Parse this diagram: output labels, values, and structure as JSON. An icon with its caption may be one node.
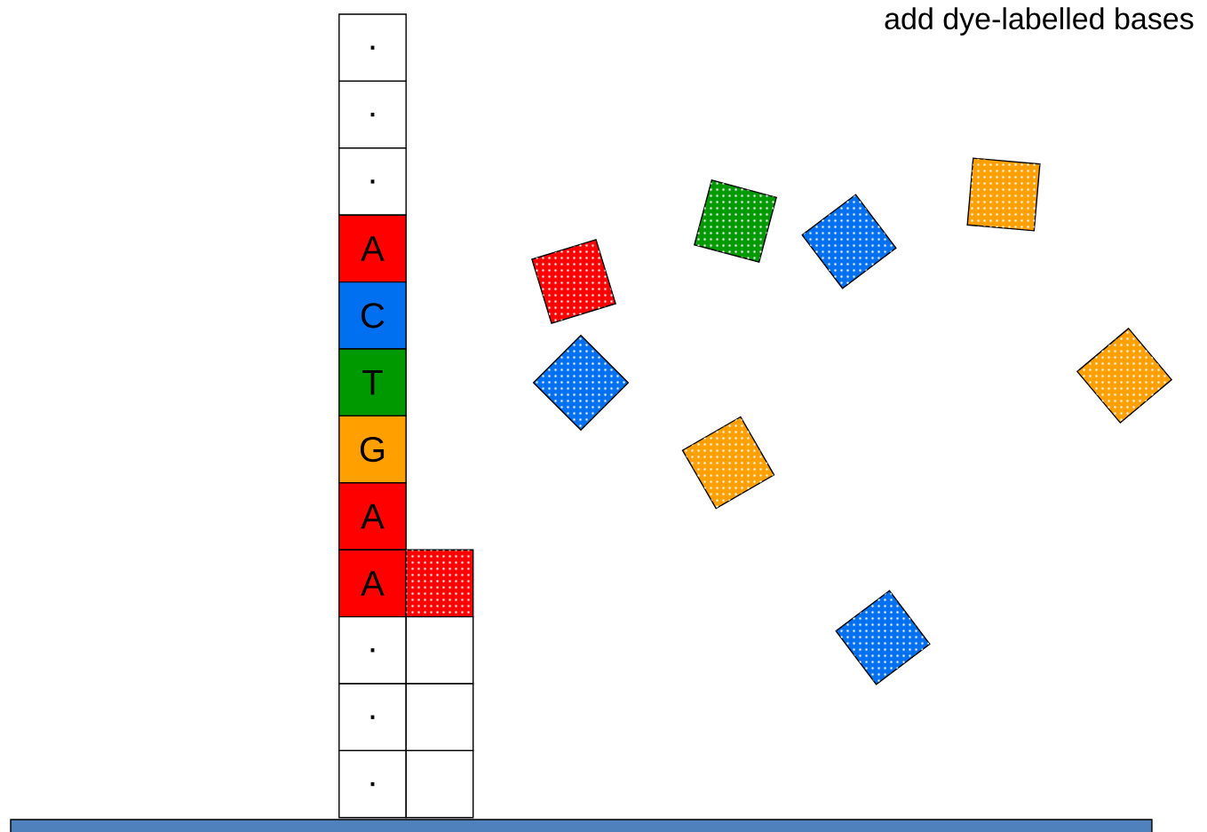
{
  "diagram": {
    "title": "add dye-labelled bases",
    "nodes": [
      {
        "text": [
          "."
        ]
      },
      {
        "text": [
          "."
        ]
      },
      {
        "text": [
          "."
        ]
      },
      {
        "text": [
          "A"
        ]
      },
      {
        "text": [
          "C"
        ]
      },
      {
        "text": [
          "T"
        ]
      },
      {
        "text": [
          "G"
        ]
      },
      {
        "text": [
          "A"
        ]
      },
      {
        "text": [
          "A"
        ]
      },
      {
        "text": [
          "."
        ]
      },
      {
        "text": [
          "."
        ]
      },
      {
        "text": [
          "."
        ]
      },
      {
        "text": [],
        "shape": "box"
      },
      {
        "text": [],
        "shape": "box"
      },
      {
        "text": [],
        "shape": "box"
      },
      {
        "text": [],
        "shape": "box"
      },
      {
        "text": [],
        "shape": "box"
      },
      {
        "text": [],
        "shape": "diamond"
      },
      {
        "text": [],
        "shape": "box"
      },
      {
        "text": [],
        "shape": "diamond"
      },
      {
        "text": [],
        "shape": "box"
      },
      {
        "text": [],
        "shape": "box"
      },
      {
        "text": [],
        "shape": "diamond"
      },
      {
        "text": [],
        "shape": "diamond"
      }
    ]
  }
}
